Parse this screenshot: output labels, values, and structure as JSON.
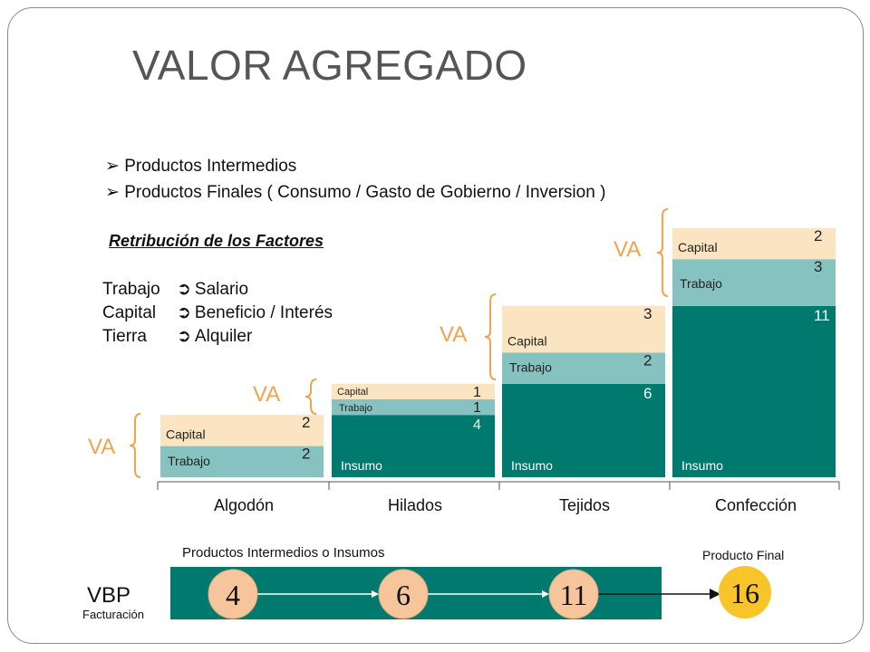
{
  "title": "VALOR AGREGADO",
  "bullets": [
    "Productos Intermedios",
    "Productos Finales ( Consumo / Gasto de Gobierno / Inversion )"
  ],
  "retribucion_title": "Retribución de los Factores",
  "factors": [
    {
      "factor": "Trabajo",
      "return": "Salario"
    },
    {
      "factor": "Capital",
      "return": "Beneficio / Interés"
    },
    {
      "factor": "Tierra",
      "return": "Alquiler"
    }
  ],
  "va_label": "VA",
  "chart_data": {
    "type": "bar",
    "categories": [
      "Algodón",
      "Hilados",
      "Tejidos",
      "Confección"
    ],
    "series": [
      {
        "name": "Insumo",
        "values": [
          0,
          4,
          6,
          11
        ]
      },
      {
        "name": "Trabajo",
        "values": [
          2,
          1,
          2,
          3
        ]
      },
      {
        "name": "Capital",
        "values": [
          2,
          1,
          3,
          2
        ]
      }
    ],
    "stacked": true
  },
  "flow": {
    "intermediate_label": "Productos Intermedios o Insumos",
    "final_label": "Producto Final",
    "vbp_label": "VBP",
    "vbp_sublabel": "Facturación",
    "nodes": [
      "4",
      "6",
      "11"
    ],
    "final_value": "16"
  },
  "colors": {
    "insumo": "#007a6e",
    "trabajo": "#86c3c0",
    "capital": "#fbe4c2",
    "va": "#f0a44c",
    "node": "#f6c59b",
    "final_node": "#f7c52a"
  }
}
